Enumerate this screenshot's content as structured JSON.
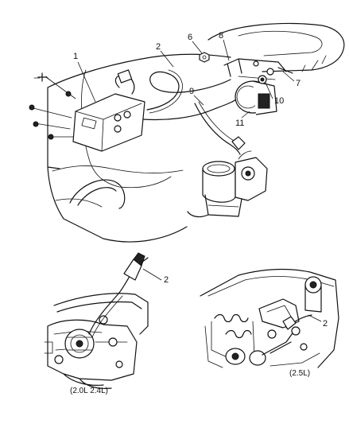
{
  "callouts": {
    "c1": "1",
    "c2_top": "2",
    "c6": "6",
    "c7": "7",
    "c8": "8",
    "c9": "9",
    "c10": "10",
    "c11": "11",
    "c2_left": "2",
    "c2_right": "2"
  },
  "captions": {
    "left": "(2.0L  2.4L)",
    "right": "(2.5L)"
  }
}
